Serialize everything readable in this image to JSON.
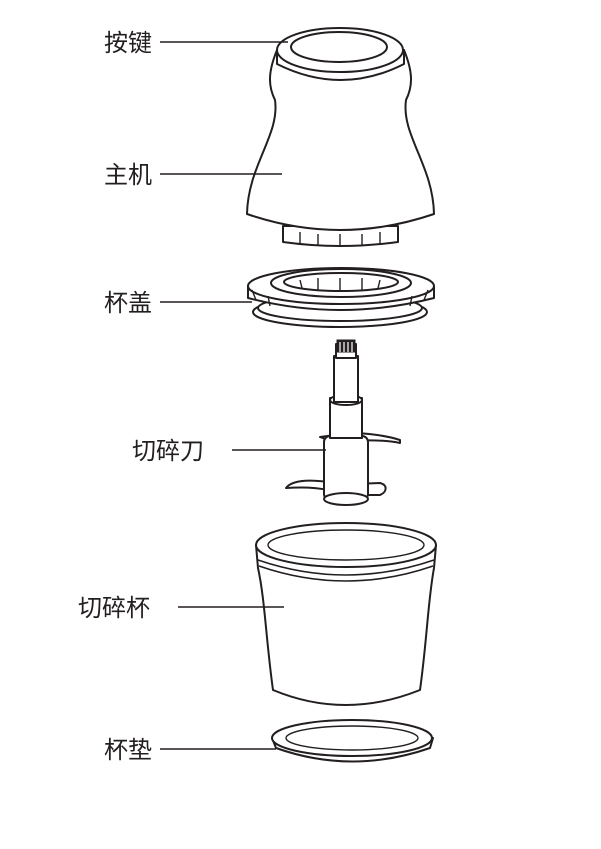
{
  "labels": {
    "button": "按键",
    "main_unit": "主机",
    "cup_lid": "杯盖",
    "blade": "切碎刀",
    "chopping_cup": "切碎杯",
    "cup_pad": "杯垫"
  }
}
